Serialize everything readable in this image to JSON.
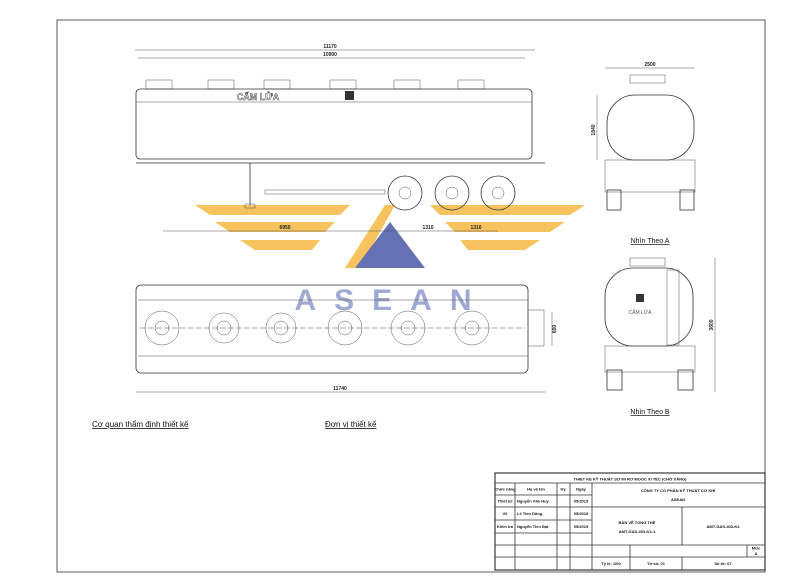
{
  "drawing": {
    "side_view": {
      "dims": {
        "overall_length": "11170",
        "tank_length": "10900",
        "kingpin_to_axle": "6950",
        "axle_spacing_1": "1310",
        "axle_spacing_2": "1310"
      },
      "tank_text": "CẤM LỬA"
    },
    "front_view": {
      "label": "Nhìn Theo A",
      "width_dim": "2500",
      "height_dim": "1840"
    },
    "rear_view": {
      "label": "Nhìn Theo B",
      "height_dim": "3600",
      "tank_text": "CẤM LỬA"
    },
    "top_view": {
      "length_dim": "11740",
      "ladder_dim": "600"
    },
    "watermark": {
      "text": "ASEAN",
      "colors": {
        "wings": "#f5b942",
        "triangle": "#4a5aa8",
        "text": "#8f9ccc"
      }
    }
  },
  "signatures": {
    "approval_agency": "Cơ quan thẩm định thiết kế",
    "design_unit": "Đơn vị thiết kế"
  },
  "title_block": {
    "header": "THIẾT KẾ KỸ THUẬT SƠ MI RƠ MOÓC XI TÉC (CHỞ XĂNG)",
    "columns": [
      "Chức năng",
      "Họ và tên",
      "Ký",
      "Ngày"
    ],
    "rows": [
      {
        "role": "Thiết kế",
        "name": "Nguyễn Văn Huy",
        "date": "05/2019"
      },
      {
        "role": "Vẽ",
        "name": "Lê Tiến Dũng",
        "date": "05/2019"
      },
      {
        "role": "Kiểm tra",
        "name": "Nguyễn Tiến Đạt",
        "date": "05/2019"
      }
    ],
    "company_line1": "CÔNG TY CỔ PHẦN KỸ THUẬT CƠ KHÍ",
    "company_line2": "ASEAN",
    "drawing_title": "BẢN VẼ TỔNG THỂ",
    "drawing_number": "AMT-GAS-403-K4-1",
    "model_code": "AMT-GAS-403-K4",
    "revision_label": "Mức",
    "revision": "A",
    "scale": "Tỷ lệ: 1/60",
    "sheet": "Tờ số: 01",
    "sheet_count": "Số tờ: 07"
  }
}
